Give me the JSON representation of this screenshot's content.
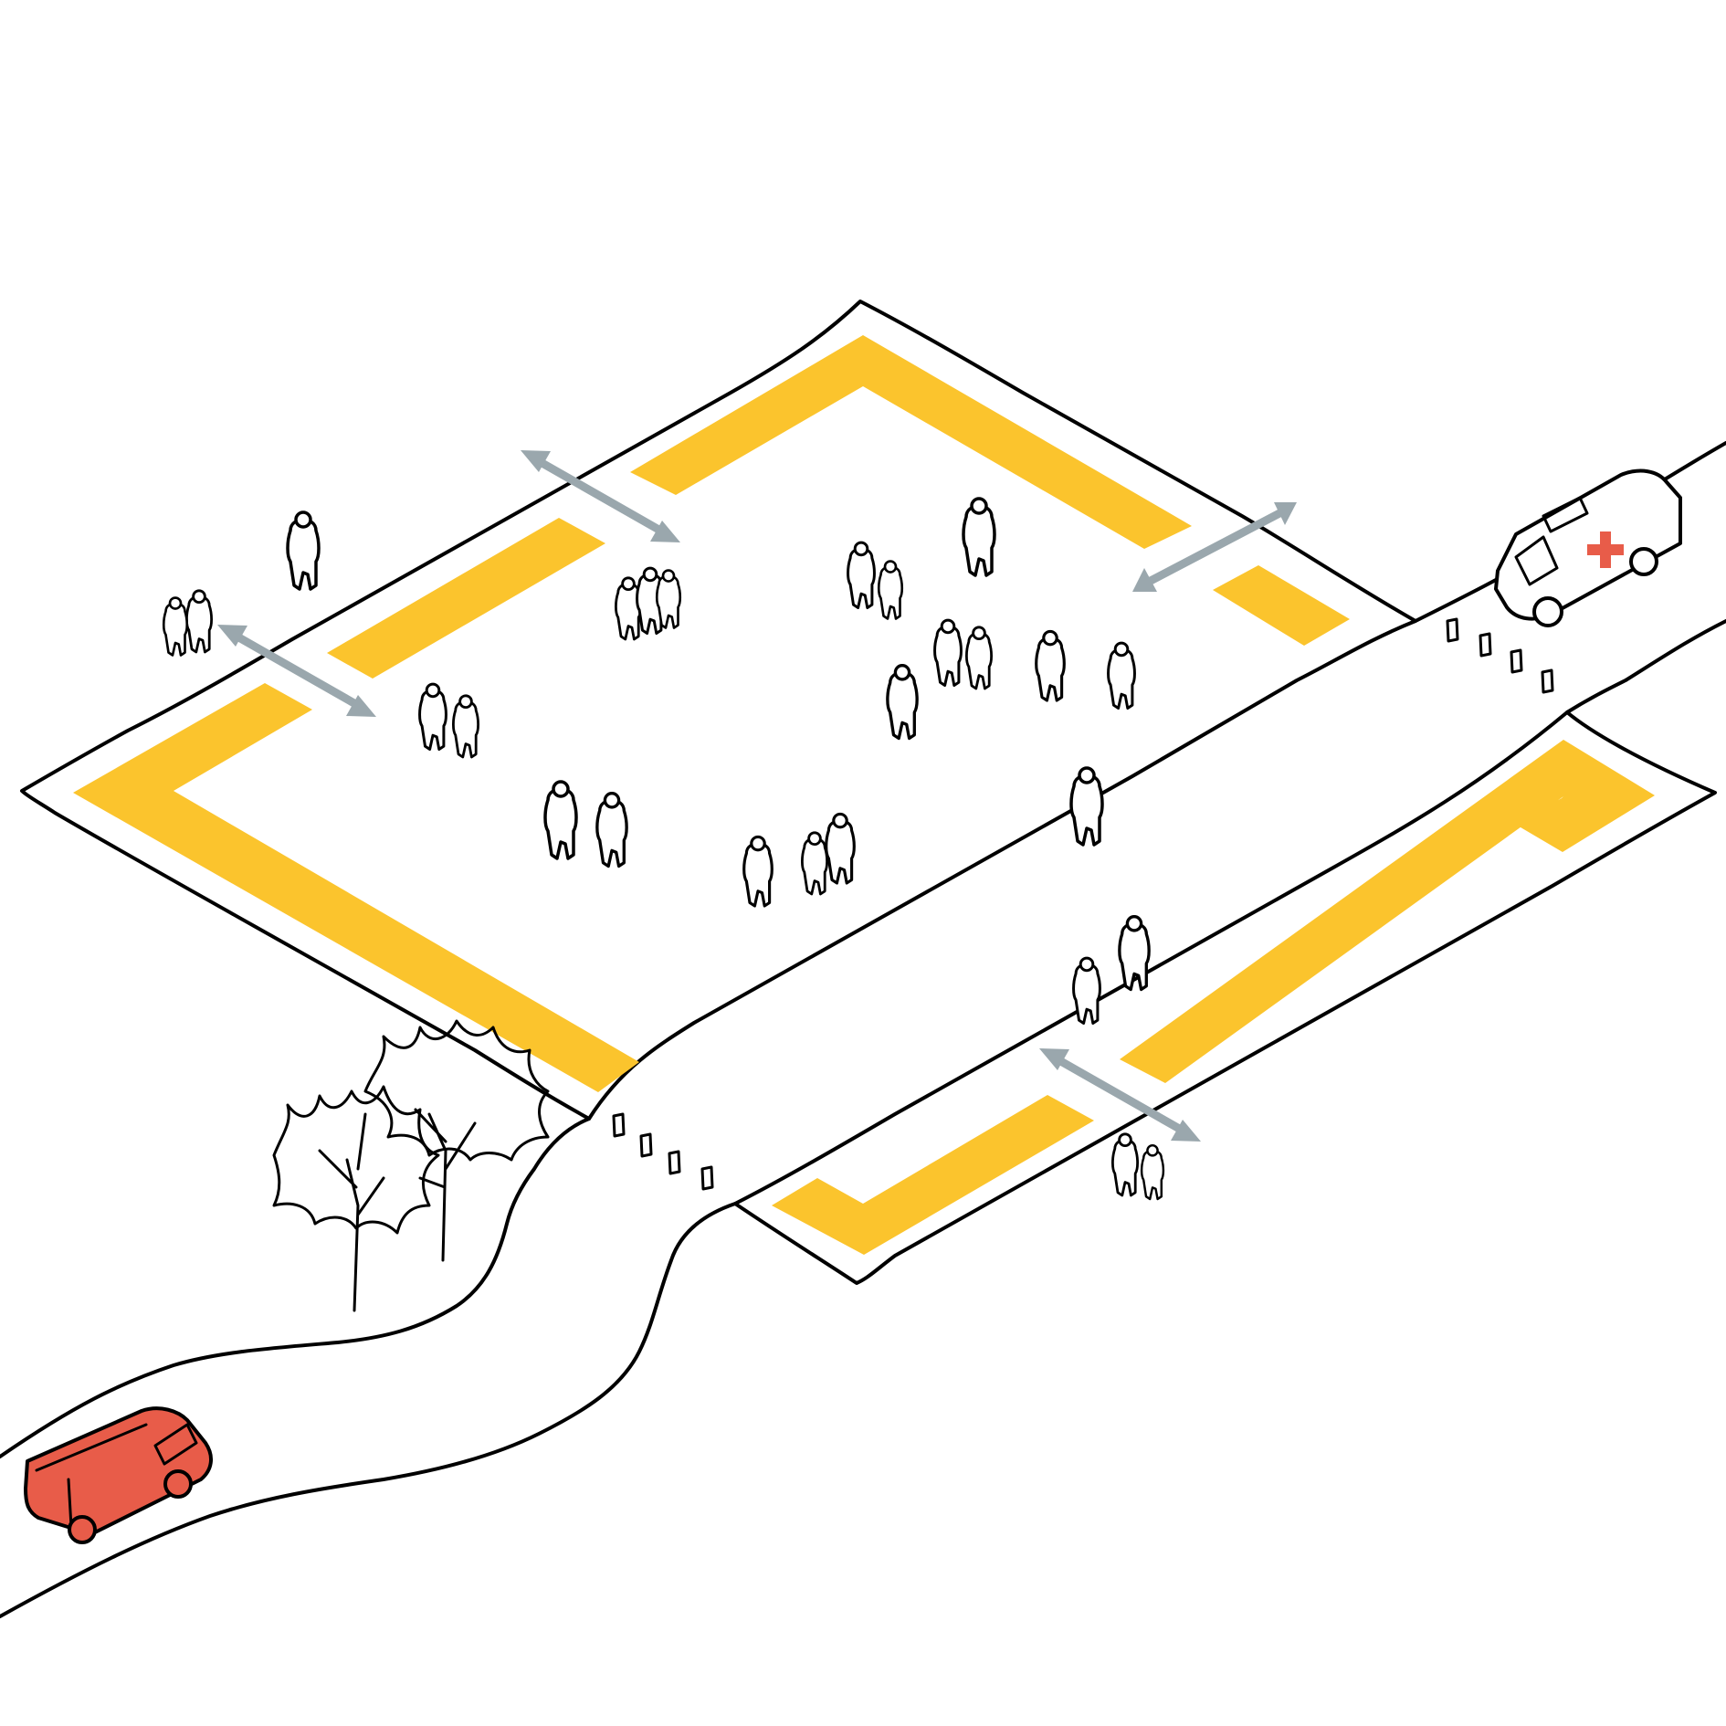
{
  "colors": {
    "background": "#ffffff",
    "ink": "#000000",
    "boundary_marking": "#fbc42d",
    "arrow": "#9aa7ad",
    "vehicle": "#e85c49",
    "ambulance_cross": "#e85c49"
  },
  "icons": {
    "vehicle": "van-icon",
    "emergency_vehicle": "ambulance-icon",
    "pedestrian": "person-icon",
    "vegetation": "tree-icon",
    "flow": "double-arrow-icon"
  },
  "scene": {
    "plazas": 2,
    "entrances": 6,
    "people_groups": 22,
    "bollard_groups": 2
  }
}
